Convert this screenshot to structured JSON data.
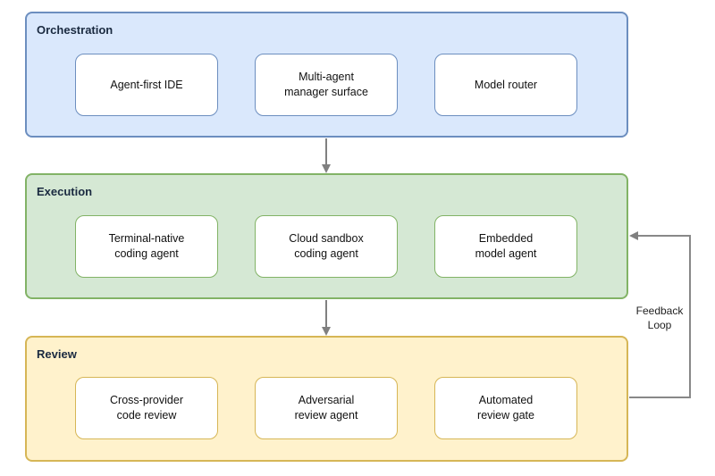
{
  "layers": [
    {
      "id": "orchestration",
      "title": "Orchestration",
      "fill": "#dae8fc",
      "border": "#6c8ebf",
      "nodes": [
        "Agent-first IDE",
        "Multi-agent\nmanager surface",
        "Model router"
      ]
    },
    {
      "id": "execution",
      "title": "Execution",
      "fill": "#d5e8d4",
      "border": "#82b366",
      "nodes": [
        "Terminal-native\ncoding agent",
        "Cloud sandbox\ncoding agent",
        "Embedded\nmodel agent"
      ]
    },
    {
      "id": "review",
      "title": "Review",
      "fill": "#fff2cc",
      "border": "#d6b656",
      "nodes": [
        "Cross-provider\ncode review",
        "Adversarial\nreview agent",
        "Automated\nreview gate"
      ]
    }
  ],
  "feedback": {
    "label": "Feedback\nLoop",
    "color": "#888888"
  },
  "connector_color": "#808080"
}
